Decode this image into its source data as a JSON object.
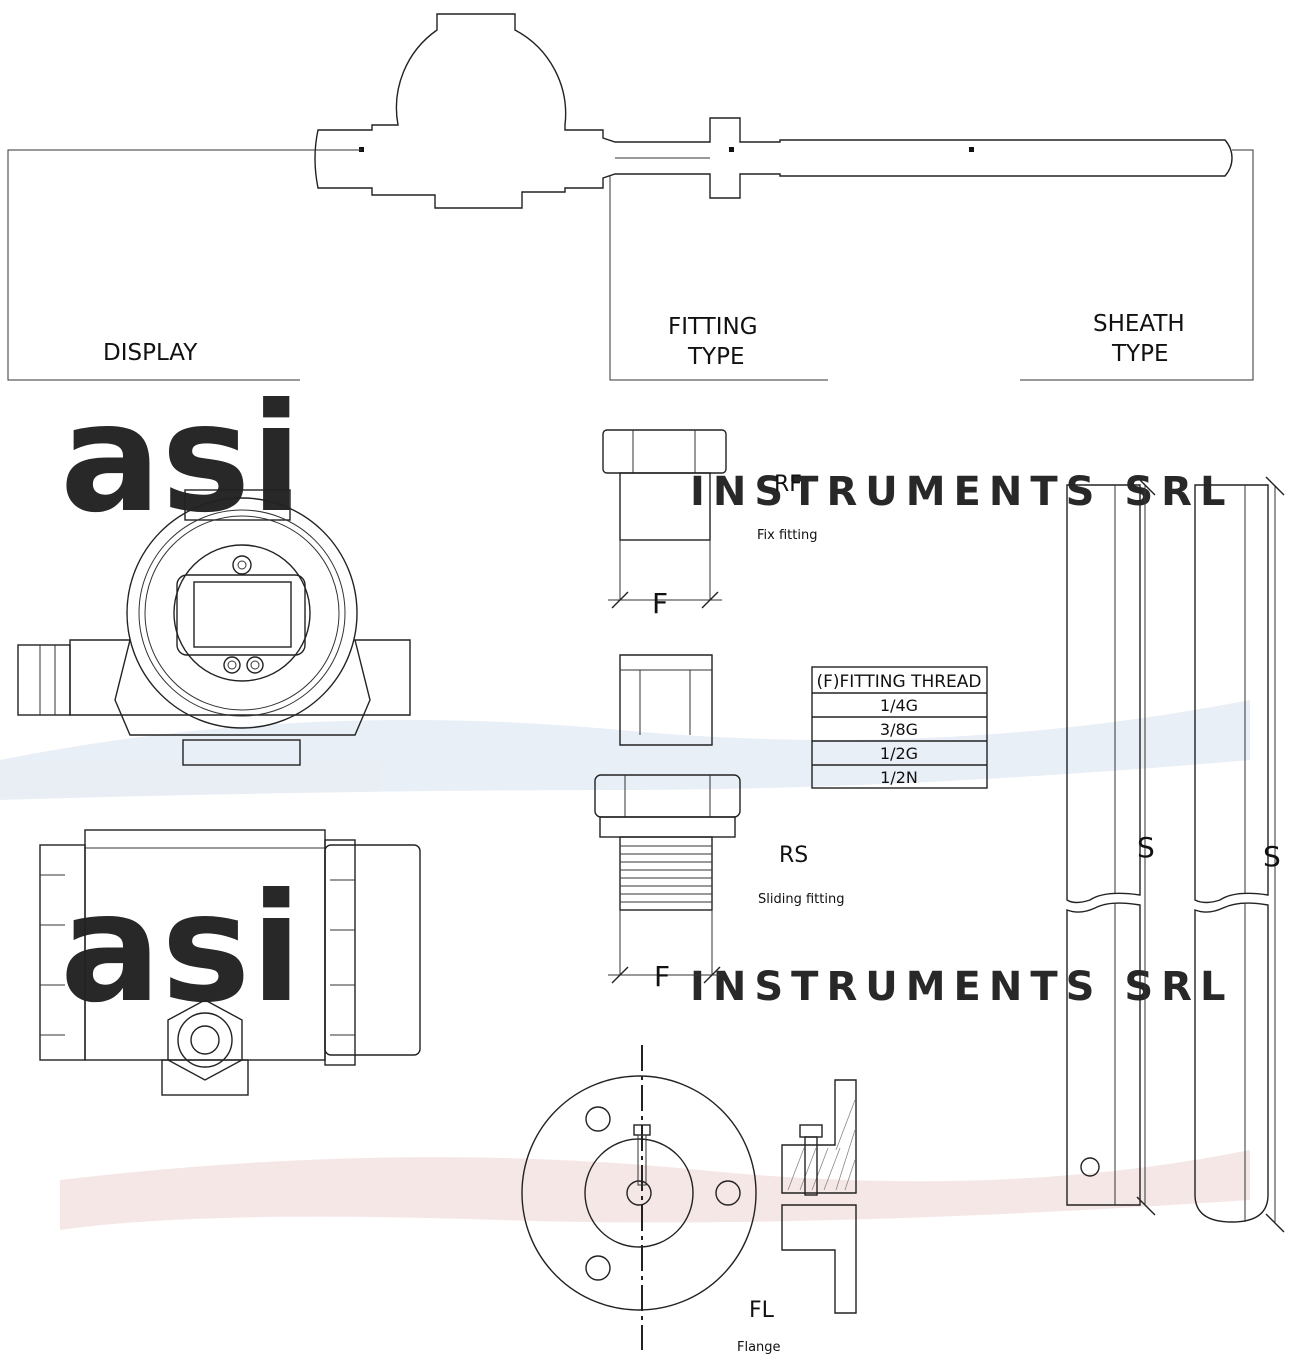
{
  "watermark": {
    "brand": "asi",
    "sub": "INSTRUMENTS SRL",
    "colors": {
      "red": "#f5c9c9",
      "blue": "#d6e0ee"
    }
  },
  "header": {
    "display_label": "DISPLAY",
    "fitting_label_line1": "FITTING",
    "fitting_label_line2": "TYPE",
    "sheath_label_line1": "SHEATH",
    "sheath_label_line2": "TYPE"
  },
  "fittings": {
    "rf": {
      "code": "RF",
      "desc": "Fix fitting",
      "dim": "F"
    },
    "rs": {
      "code": "RS",
      "desc": "Sliding fitting",
      "dim": "F"
    },
    "fl": {
      "code": "FL",
      "desc": "Flange"
    }
  },
  "thread_table": {
    "header": "(F)FITTING THREAD",
    "rows": [
      "1/4G",
      "3/8G",
      "1/2G",
      "1/2N"
    ]
  },
  "sheath": {
    "dim_left": "S",
    "dim_right": "S"
  }
}
